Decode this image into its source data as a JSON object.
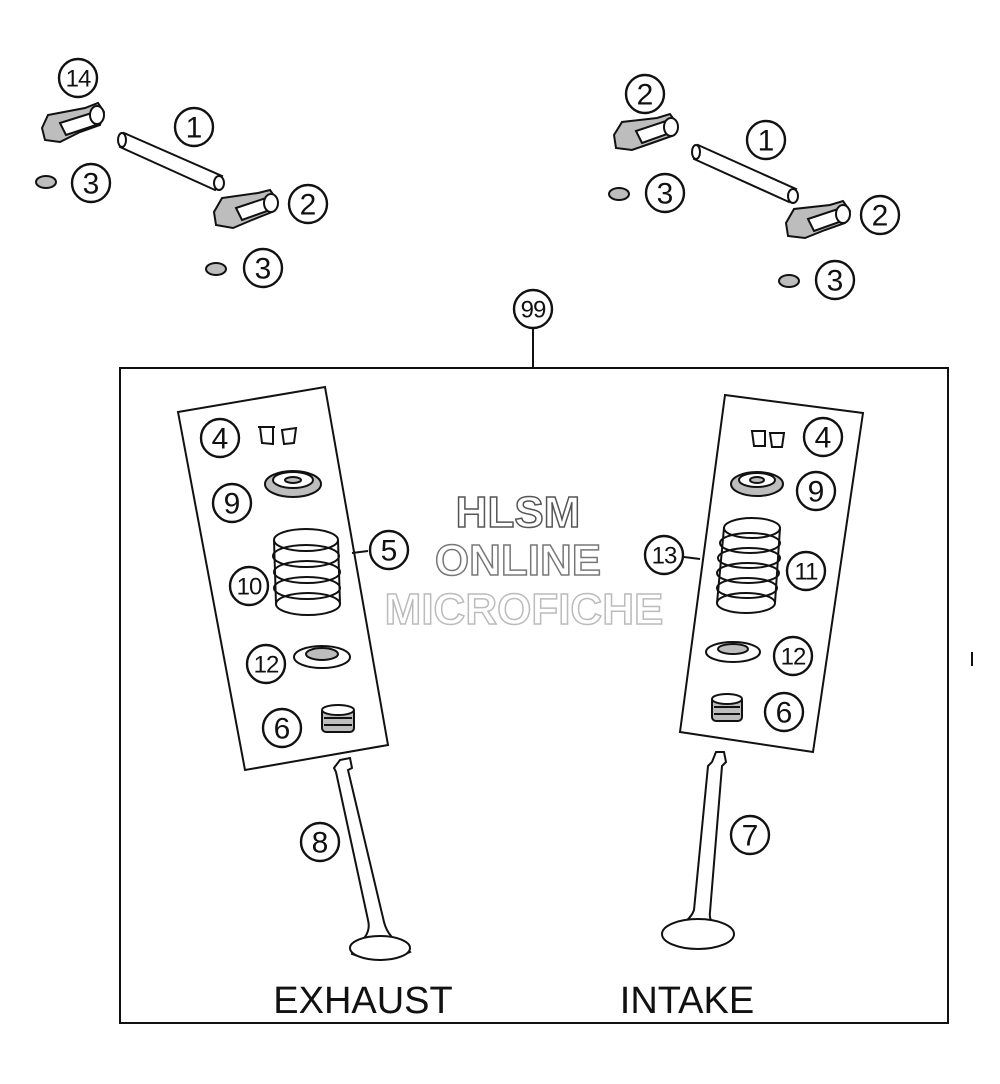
{
  "watermark": {
    "line1": "HLSM",
    "line2": "ONLINE",
    "line3": "MICROFICHE"
  },
  "labels": {
    "exhaust": "EXHAUST",
    "intake": "INTAKE"
  },
  "callouts": {
    "c14": "14",
    "c1a": "1",
    "c3a": "3",
    "c2a": "2",
    "c3b": "3",
    "c2b": "2",
    "c1b": "1",
    "c3c": "3",
    "c2c": "2",
    "c3d": "3",
    "c99": "99",
    "c4l": "4",
    "c9l": "9",
    "c5": "5",
    "c10": "10",
    "c12l": "12",
    "c6l": "6",
    "c8": "8",
    "c4r": "4",
    "c9r": "9",
    "c13": "13",
    "c11": "11",
    "c12r": "12",
    "c6r": "6",
    "c7": "7"
  }
}
